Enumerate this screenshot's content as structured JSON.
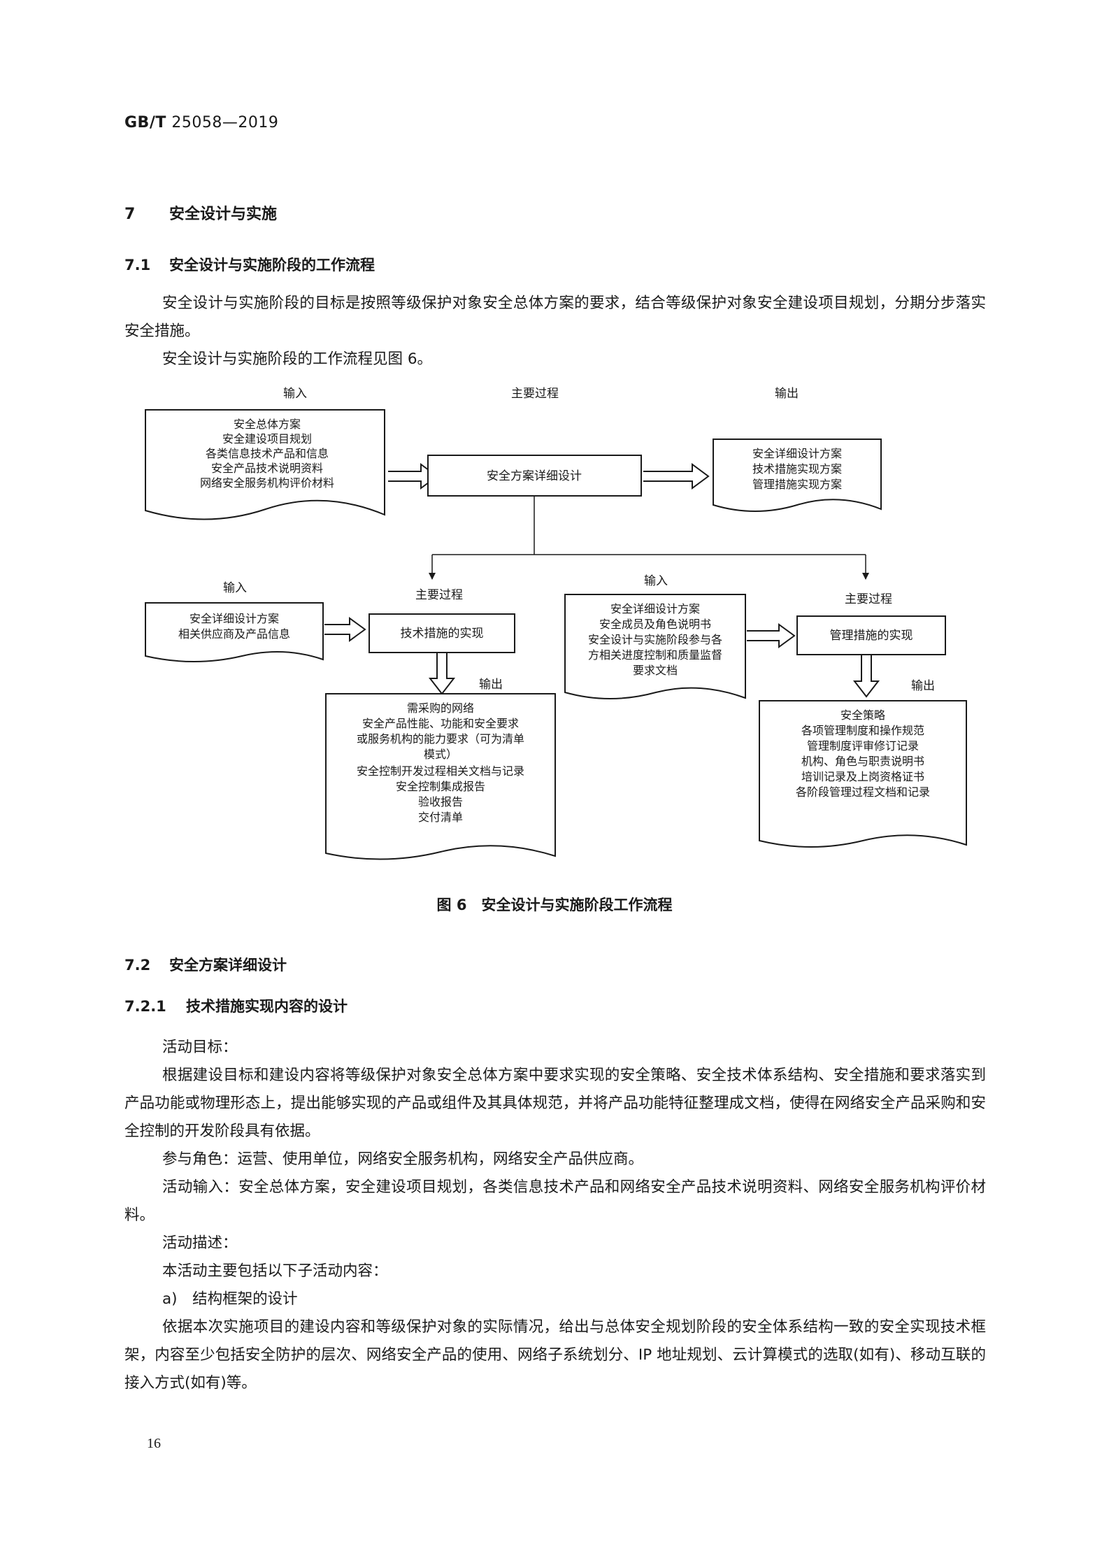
{
  "header": {
    "code_bold": "GB/T",
    "code_rest": " 25058—2019"
  },
  "section7": {
    "num": "7",
    "title": "安全设计与实施"
  },
  "section7_1": {
    "num": "7.1",
    "title": "安全设计与实施阶段的工作流程"
  },
  "intro": {
    "p1": "安全设计与实施阶段的目标是按照等级保护对象安全总体方案的要求，结合等级保护对象安全建设项目规划，分期分步落实安全措施。",
    "p2": "安全设计与实施阶段的工作流程见图 6。"
  },
  "flow": {
    "labels": {
      "input_top": "输入",
      "main_top": "主要过程",
      "output_top": "输出",
      "input_left": "输入",
      "main_left": "主要过程",
      "output_left": "输出",
      "input_mid": "输入",
      "main_right": "主要过程",
      "output_right": "输出"
    },
    "top_input_lines": [
      "安全总体方案",
      "安全建设项目规划",
      "各类信息技术产品和信息",
      "安全产品技术说明资料",
      "网络安全服务机构评价材料"
    ],
    "top_process": "安全方案详细设计",
    "top_output_lines": [
      "安全详细设计方案",
      "技术措施实现方案",
      "管理措施实现方案"
    ],
    "left_input_lines": [
      "安全详细设计方案",
      "相关供应商及产品信息"
    ],
    "left_process": "技术措施的实现",
    "left_output_lines": [
      "需采购的网络",
      "安全产品性能、功能和安全要求",
      "或服务机构的能力要求（可为清单",
      "模式）",
      "安全控制开发过程相关文档与记录",
      "安全控制集成报告",
      "验收报告",
      "交付清单"
    ],
    "mid_input_lines": [
      "安全详细设计方案",
      "安全成员及角色说明书",
      "安全设计与实施阶段参与各",
      "方相关进度控制和质量监督",
      "要求文档"
    ],
    "right_process": "管理措施的实现",
    "right_output_lines": [
      "安全策略",
      "各项管理制度和操作规范",
      "管理制度评审修订记录",
      "机构、角色与职责说明书",
      "培训记录及上岗资格证书",
      "各阶段管理过程文档和记录"
    ]
  },
  "figure_caption": "图 6　安全设计与实施阶段工作流程",
  "section7_2": {
    "num": "7.2",
    "title": "安全方案详细设计"
  },
  "section7_2_1": {
    "num": "7.2.1",
    "title": "技术措施实现内容的设计"
  },
  "body": {
    "goal_label": "活动目标：",
    "goal_text": "根据建设目标和建设内容将等级保护对象安全总体方案中要求实现的安全策略、安全技术体系结构、安全措施和要求落实到产品功能或物理形态上，提出能够实现的产品或组件及其具体规范，并将产品功能特征整理成文档，使得在网络安全产品采购和安全控制的开发阶段具有依据。",
    "roles": "参与角色：运营、使用单位，网络安全服务机构，网络安全产品供应商。",
    "inputs": "活动输入：安全总体方案，安全建设项目规划，各类信息技术产品和网络安全产品技术说明资料、网络安全服务机构评价材料。",
    "desc_label": "活动描述：",
    "desc_intro": "本活动主要包括以下子活动内容：",
    "item_a": "a)　结构框架的设计",
    "item_a_text": "依据本次实施项目的建设内容和等级保护对象的实际情况，给出与总体安全规划阶段的安全体系结构一致的安全实现技术框架，内容至少包括安全防护的层次、网络安全产品的使用、网络子系统划分、IP 地址规划、云计算模式的选取(如有)、移动互联的接入方式(如有)等。"
  },
  "page_number": "16"
}
